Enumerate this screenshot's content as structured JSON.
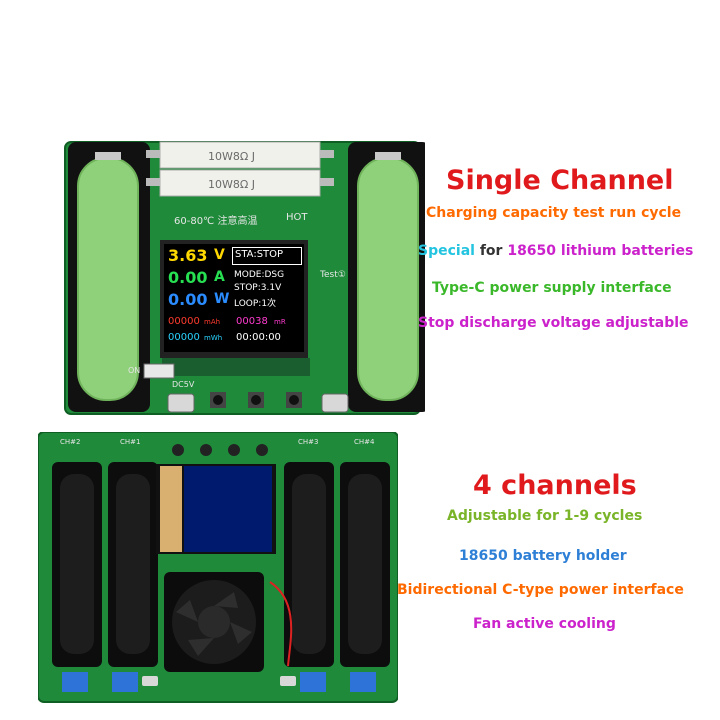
{
  "heading_single": "Single Channel",
  "features_single": [
    {
      "text": "Charging capacity test run cycle",
      "color": "#ff6a00"
    },
    {
      "text_a": "Special",
      "text_b": " for ",
      "text_c": "18650 lithium batteries",
      "color_a": "#22c4e0",
      "color_b": "#333333",
      "color_c": "#cc22cc"
    },
    {
      "text": "Type-C power supply interface",
      "color": "#3ab82a"
    },
    {
      "text": "Stop discharge voltage adjustable",
      "color": "#cc22cc"
    }
  ],
  "heading_four": "4 channels",
  "features_four": [
    {
      "text": "Adjustable for 1-9 cycles",
      "color": "#7ab428"
    },
    {
      "text": "18650 battery holder",
      "color": "#2e7fd6"
    },
    {
      "text": "Bidirectional C-type power interface",
      "color": "#ff6a00"
    },
    {
      "text": "Fan active cooling",
      "color": "#cc22cc"
    }
  ],
  "colors": {
    "heading": "#e0191c",
    "pcb": "#1f8a3a",
    "battery": "#8fd07a",
    "holder": "#111111"
  },
  "board1": {
    "resistor_label": "10W8Ω J",
    "temp_label": "60-80℃ 注意高温",
    "hot_label": "HOT",
    "switch_label": "ON",
    "usb_label": "DC5V",
    "test_label": "Test①",
    "screen": {
      "voltage": "3.63",
      "voltage_unit": "V",
      "current": "0.00",
      "current_unit": "A",
      "power": "0.00",
      "power_unit": "W",
      "state": "STA:STOP",
      "mode": "MODE:DSG",
      "stop": "STOP:3.1V",
      "loop": "LOOP:1次",
      "mah": "00000",
      "mah_unit": "mAh",
      "mr": "00038",
      "mr_unit": "mR",
      "wh": "00000",
      "wh_unit": "mWh",
      "time": "00:00:00"
    }
  },
  "board2": {
    "ch_labels": [
      "CH#2",
      "CH#1",
      "CH#3",
      "CH#4"
    ]
  }
}
